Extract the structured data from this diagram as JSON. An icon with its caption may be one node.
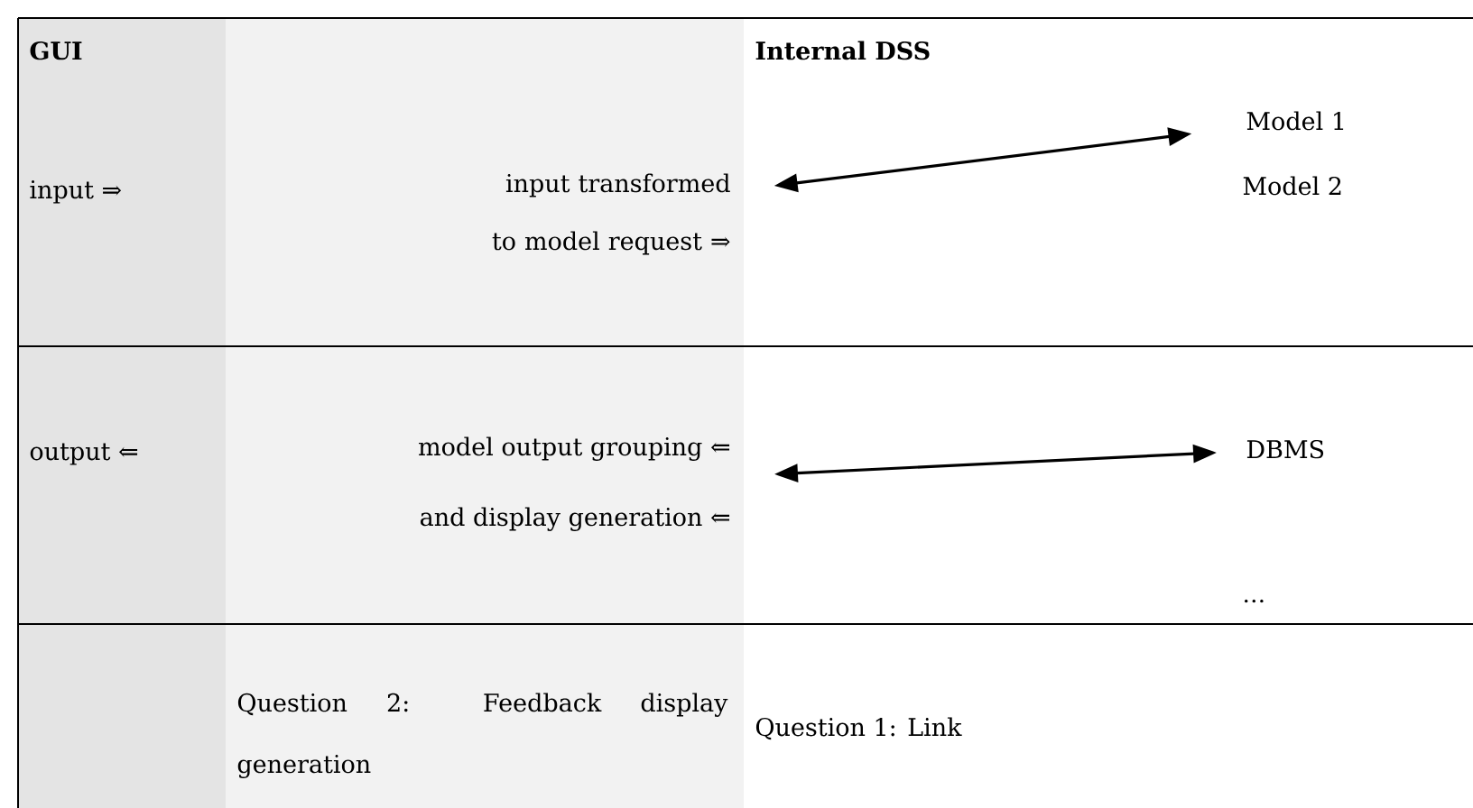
{
  "diagram": {
    "nodes": [
      {
        "text": [
          "input transformed to model request ⇒"
        ]
      },
      {
        "text": [
          "Model 1"
        ]
      },
      {
        "text": [
          "model output grouping ⇐",
          "and display generation ⇐"
        ]
      },
      {
        "text": [
          "DBMS"
        ]
      }
    ],
    "edges": [
      {
        "from": 0,
        "to": 1,
        "arrow": "both"
      },
      {
        "from": 2,
        "to": 3,
        "arrow": "both"
      }
    ],
    "labels": [
      "GUI",
      "Internal DSS",
      "input ⇒",
      "Model 2",
      "output ⇐",
      "...",
      "Question 2: Feedback display generation",
      "Question 1: Link"
    ]
  }
}
